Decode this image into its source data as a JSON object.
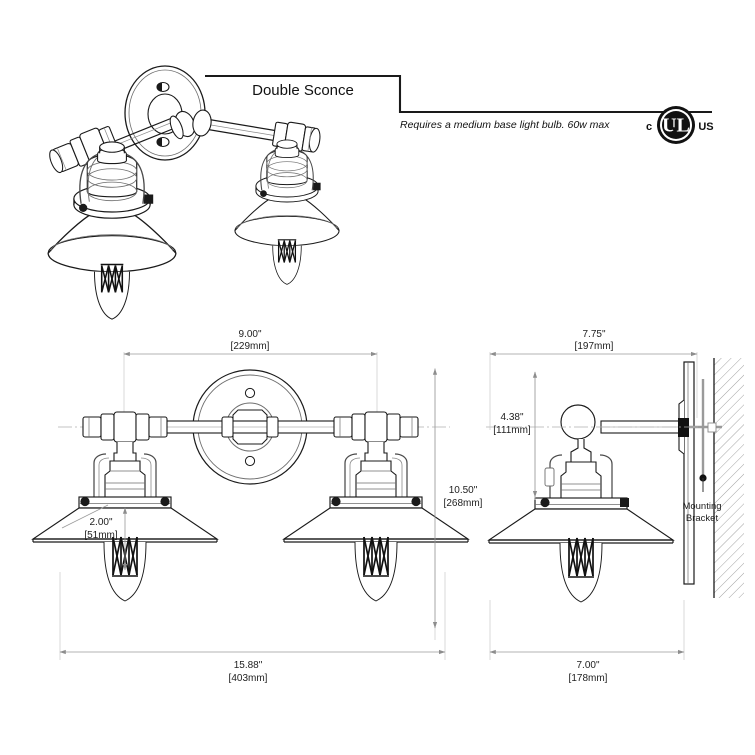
{
  "sheet": {
    "title": "Double Sconce",
    "note": "Requires a medium base light bulb. 60w max",
    "cert": {
      "left": "c",
      "mark": "UL",
      "right": "US",
      "name": "ul-listed-mark"
    }
  },
  "labels": {
    "mounting_bracket_l1": "Mounting",
    "mounting_bracket_l2": "Bracket"
  },
  "dimensions": {
    "backplate_to_center": {
      "in": "9.00\"",
      "mm": "[229mm]"
    },
    "projection": {
      "in": "7.75\"",
      "mm": "[197mm]"
    },
    "center_height": {
      "in": "4.38\"",
      "mm": "[111mm]"
    },
    "overall_height": {
      "in": "10.50\"",
      "mm": "[268mm]"
    },
    "shade_height": {
      "in": "2.00\"",
      "mm": "[51mm]"
    },
    "overall_width": {
      "in": "15.88\"",
      "mm": "[403mm]"
    },
    "shade_diameter": {
      "in": "7.00\"",
      "mm": "[178mm]"
    }
  },
  "colors": {
    "line": "#1a1a1a",
    "thin": "#6e6e6e",
    "dim": "#9a9a9a",
    "metal": "#8a8a8a",
    "dark": "#111111"
  }
}
